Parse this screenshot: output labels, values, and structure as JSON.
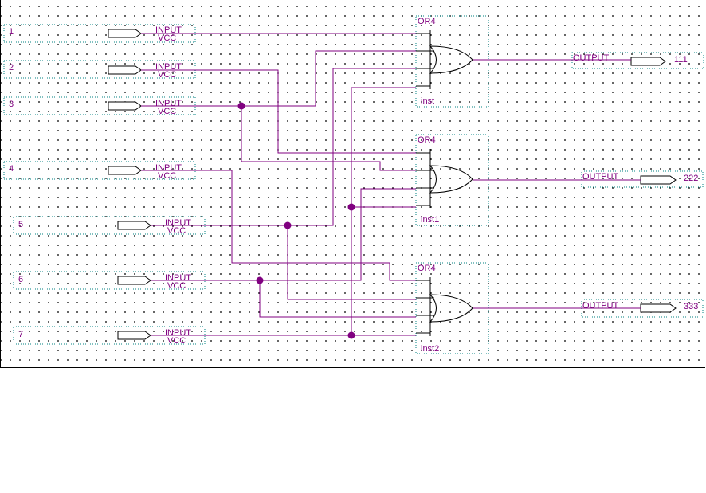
{
  "colors": {
    "wire": "#800080",
    "pin_label": "#800080",
    "box_border": "#008080",
    "symbol": "#000000",
    "dot_grid": "#000000",
    "background": "#ffffff"
  },
  "inputs": [
    {
      "name": "1",
      "type_label": "INPUT",
      "value_label": "VCC"
    },
    {
      "name": "2",
      "type_label": "INPUT",
      "value_label": "VCC"
    },
    {
      "name": "3",
      "type_label": "INPUT",
      "value_label": "VCC"
    },
    {
      "name": "4",
      "type_label": "INPUT",
      "value_label": "VCC"
    },
    {
      "name": "5",
      "type_label": "INPUT",
      "value_label": "VCC"
    },
    {
      "name": "6",
      "type_label": "INPUT",
      "value_label": "VCC"
    },
    {
      "name": "7",
      "type_label": "INPUT",
      "value_label": "VCC"
    }
  ],
  "gates": [
    {
      "type": "OR4",
      "instance": "inst"
    },
    {
      "type": "OR4",
      "instance": "inst1"
    },
    {
      "type": "OR4",
      "instance": "inst2"
    }
  ],
  "outputs": [
    {
      "name": "111",
      "type_label": "OUTPUT"
    },
    {
      "name": "222",
      "type_label": "OUTPUT"
    },
    {
      "name": "333",
      "type_label": "OUTPUT"
    }
  ]
}
